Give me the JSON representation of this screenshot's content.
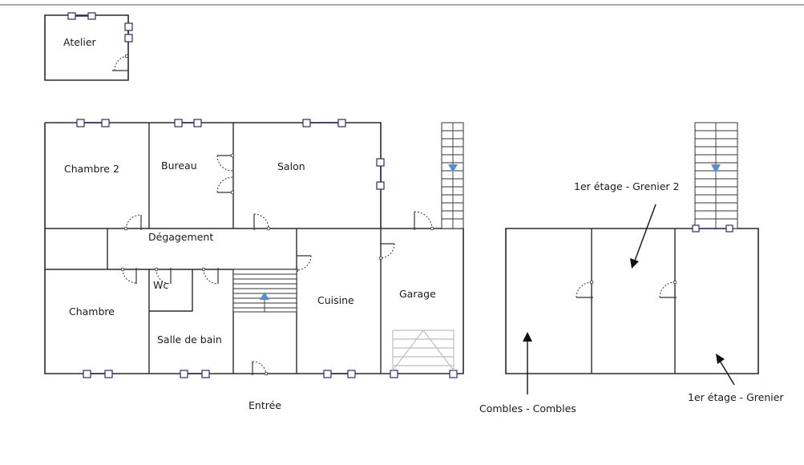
{
  "rooms": {
    "atelier": "Atelier",
    "chambre2": "Chambre 2",
    "bureau": "Bureau",
    "salon": "Salon",
    "degagement": "Dégagement",
    "wc": "Wc",
    "chambre": "Chambre",
    "salle_de_bain": "Salle de bain",
    "cuisine": "Cuisine",
    "garage": "Garage",
    "entree": "Entrée"
  },
  "attic_labels": {
    "grenier2": "1er étage - Grenier 2",
    "combles": "Combles - Combles",
    "grenier": "1er étage - Grenier"
  },
  "colors": {
    "walls": "#2a2a2a",
    "windows": "#2b2b66",
    "stair_arrow": "#4f8fd9",
    "garage_door": "#bdbdbd"
  }
}
